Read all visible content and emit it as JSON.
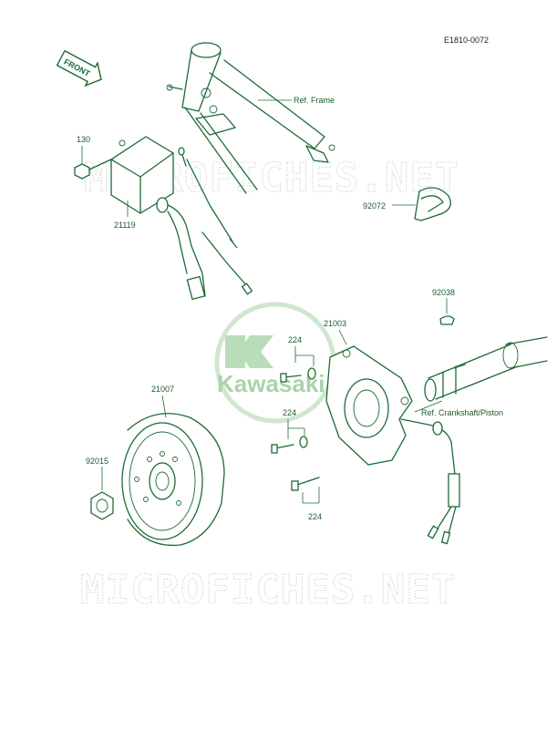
{
  "diagram_code": "E1810-0072",
  "front_arrow_label": "FRONT",
  "watermark": "MICROFICHES.NET",
  "brand_logo": "Kawasaki",
  "colors": {
    "line": "#1e6b34",
    "watermark": "#cfcfcf",
    "logo": "#a9d4a9"
  },
  "callouts": {
    "ref_frame": "Ref. Frame",
    "p130": "130",
    "p21119": "21119",
    "p92072": "92072",
    "p92038": "92038",
    "p21003": "21003",
    "p224_top": "224",
    "p21007": "21007",
    "p224_mid": "224",
    "ref_crankshaft": "Ref. Crankshaft/Piston",
    "p92015": "92015",
    "p224_bottom": "224"
  }
}
